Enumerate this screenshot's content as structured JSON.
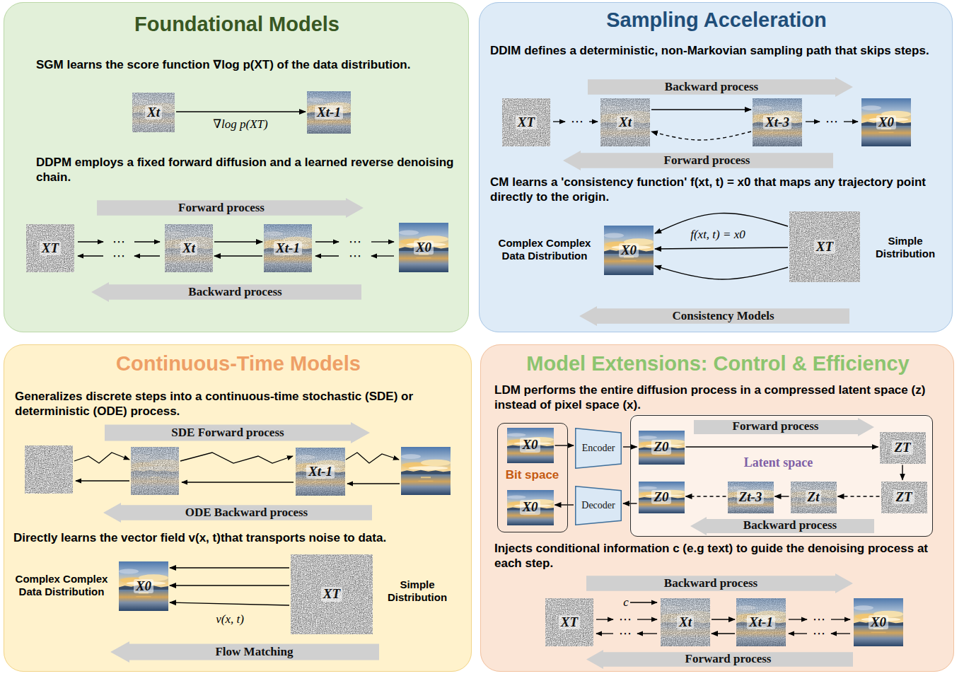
{
  "diagram": {
    "nodes": [
      {
        "text": [
          "Foundational Models",
          "SGM learns the score function ∇log p(XT) of the data distribution.",
          "DDPM employs a fixed forward diffusion and a learned reverse denoising chain."
        ]
      },
      {
        "text": [
          "Xt"
        ],
        "in": 0
      },
      {
        "text": [
          "Xt-1"
        ],
        "in": 0
      },
      {
        "text": [
          "Forward process"
        ],
        "in": 0
      },
      {
        "text": [
          "XT"
        ],
        "in": 0
      },
      {
        "text": [
          "Xt"
        ],
        "in": 0
      },
      {
        "text": [
          "Xt-1"
        ],
        "in": 0
      },
      {
        "text": [
          "X0"
        ],
        "in": 0
      },
      {
        "text": [
          "Backward process"
        ],
        "in": 0
      },
      {
        "text": [
          "Sampling Acceleration",
          "DDIM defines a deterministic, non-Markovian sampling path that skips steps.",
          "CM learns a 'consistency function' f(xt, t) = x0 that maps any trajectory point directly to the origin."
        ]
      },
      {
        "text": [
          "Backward process"
        ],
        "in": 9
      },
      {
        "text": [
          "XT"
        ],
        "in": 9
      },
      {
        "text": [
          "Xt"
        ],
        "in": 9
      },
      {
        "text": [
          "Xt-3"
        ],
        "in": 9
      },
      {
        "text": [
          "X0"
        ],
        "in": 9
      },
      {
        "text": [
          "Forward process"
        ],
        "in": 9
      },
      {
        "text": [
          "X0"
        ],
        "in": 9
      },
      {
        "text": [
          "XT"
        ],
        "in": 9
      },
      {
        "text": [
          "Consistency Models"
        ],
        "in": 9
      },
      {
        "text": [
          "Continuous-Time Models",
          "Generalizes discrete steps into a continuous-time stochastic (SDE) or deterministic (ODE) process.",
          "Directly learns the vector field v(x, t)that transports noise to data."
        ]
      },
      {
        "text": [
          "SDE Forward process"
        ],
        "in": 19
      },
      {
        "text": [
          "Xt-1"
        ],
        "in": 19
      },
      {
        "text": [
          "ODE Backward process"
        ],
        "in": 19
      },
      {
        "text": [
          "X0"
        ],
        "in": 19
      },
      {
        "text": [
          "XT"
        ],
        "in": 19
      },
      {
        "text": [
          "Flow Matching"
        ],
        "in": 19
      },
      {
        "text": [
          "Model Extensions: Control & Efficiency",
          "LDM performs the entire diffusion process in a compressed latent space (z) instead of pixel space (x).",
          "Injects conditional information c (e.g text) to guide the denoising process at each step."
        ]
      },
      {
        "text": [
          "Bit space"
        ],
        "in": 26
      },
      {
        "text": [
          "X0"
        ],
        "in": 27
      },
      {
        "text": [
          "X0"
        ],
        "in": 27
      },
      {
        "text": [
          "Encoder"
        ],
        "in": 26
      },
      {
        "text": [
          "Decoder"
        ],
        "in": 26
      },
      {
        "text": [
          "Latent space"
        ],
        "in": 26
      },
      {
        "text": [
          "Z0"
        ],
        "in": 32
      },
      {
        "text": [
          "Forward process"
        ],
        "in": 32
      },
      {
        "text": [
          "ZT"
        ],
        "in": 32
      },
      {
        "text": [
          "ZT"
        ],
        "in": 32
      },
      {
        "text": [
          "Zt"
        ],
        "in": 32
      },
      {
        "text": [
          "Zt-3"
        ],
        "in": 32
      },
      {
        "text": [
          "Z0"
        ],
        "in": 32
      },
      {
        "text": [
          "Backward process"
        ],
        "in": 32
      },
      {
        "text": [
          "Backward process"
        ],
        "in": 26
      },
      {
        "text": [
          "XT"
        ],
        "in": 26
      },
      {
        "text": [
          "Xt"
        ],
        "in": 26
      },
      {
        "text": [
          "Xt-1"
        ],
        "in": 26
      },
      {
        "text": [
          "X0"
        ],
        "in": 26
      },
      {
        "text": [
          "Forward process"
        ],
        "in": 26
      }
    ],
    "edges": [
      {
        "from": 1,
        "to": 2,
        "arrow": "to",
        "label": "∇log p(XT)"
      },
      {
        "from": 5,
        "to": 6,
        "arrow": "to"
      },
      {
        "from": 6,
        "to": 5,
        "arrow": "to"
      },
      {
        "from": 12,
        "to": 13,
        "arrow": "to"
      },
      {
        "from": 13,
        "to": 12,
        "arrow": "to"
      },
      {
        "from": 17,
        "to": 16,
        "arrow": "to",
        "label": "f(xt, t) = x0"
      },
      {
        "from": 17,
        "to": 16,
        "arrow": "to"
      },
      {
        "from": 17,
        "to": 16,
        "arrow": "to"
      },
      {
        "from": 24,
        "to": 23,
        "arrow": "to"
      },
      {
        "from": 24,
        "to": 23,
        "arrow": "to"
      },
      {
        "from": 24,
        "to": 23,
        "arrow": "to",
        "label": "v(x, t)"
      },
      {
        "from": 28,
        "to": 30,
        "arrow": "to"
      },
      {
        "from": 30,
        "to": 33,
        "arrow": "to"
      },
      {
        "from": 33,
        "to": 35,
        "arrow": "to"
      },
      {
        "from": 35,
        "to": 36,
        "arrow": "to"
      },
      {
        "from": 36,
        "to": 37,
        "arrow": "to"
      },
      {
        "from": 37,
        "to": 38,
        "arrow": "to"
      },
      {
        "from": 38,
        "to": 39,
        "arrow": "to"
      },
      {
        "from": 39,
        "to": 31,
        "arrow": "to"
      },
      {
        "from": 31,
        "to": 29,
        "arrow": "to"
      },
      {
        "from": 43,
        "to": 44,
        "arrow": "to"
      },
      {
        "from": 44,
        "to": 43,
        "arrow": "to"
      }
    ],
    "labels": [
      "⋯",
      "⋯",
      "⋯",
      "⋯",
      "⋯",
      "⋯",
      "Complex Complex Data Distribution",
      "Simple Distribution",
      "Complex Complex Data Distribution",
      "Simple Distribution",
      "c",
      "⋯",
      "⋯",
      "⋯",
      "⋯"
    ]
  }
}
